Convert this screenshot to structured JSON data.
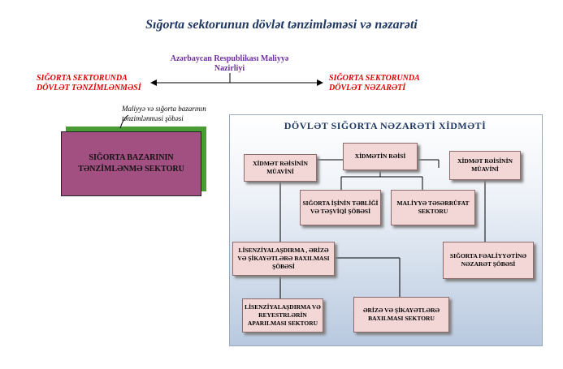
{
  "title": "Sığorta sektorunun dövlət tənzimləməsi və nəzarəti",
  "ministry": "Azərbaycan Respublikası Maliyyə Nazirliyi",
  "left_label": "SIĞORTA SEKTORUNDA DÖVLƏT TƏNZİMLƏNMƏSİ",
  "right_label": "SIĞORTA SEKTORUNDA DÖVLƏT NƏZARƏTİ",
  "note": "Maliyyə və sığorta bazarının tənzimlənməsi şöbəsi",
  "regulation_sector": "SIĞORTA BAZARININ TƏNZİMLƏNMƏ SEKTORU",
  "service_title": "DÖVLƏT SIĞORTA NƏZARƏTİ XİDMƏTİ",
  "nodes": {
    "head": "XİDMƏTİN RƏİSİ",
    "deputy_left": "XİDMƏT RƏİSİNİN MÜAVİNİ",
    "deputy_right": "XİDMƏT RƏİSİNİN MÜAVİNİ",
    "propaganda": "SIĞORTA İŞİNİN TƏBLİĞİ VƏ TƏŞVİQİ ŞÖBƏSİ",
    "finance": "MALİYYƏ TƏSƏRRÜFAT SEKTORU",
    "licensing_dept": "LİSENZİYALAŞDIRMA , ƏRİZƏ VƏ ŞİKAYƏTLƏRƏ BAXILMASI ŞÖBƏSİ",
    "activity": "SIĞORTA FƏALİYYƏTİNƏ NƏZARƏT ŞÖBƏSİ",
    "licensing_sector": "LİSENZİYALAŞDIRMA VƏ REYESTRLƏRİN APARILMASI SEKTORU",
    "complaints_sector": "ƏRİZƏ VƏ ŞİKAYƏTLƏRƏ BAXILMASI SEKTORU"
  }
}
